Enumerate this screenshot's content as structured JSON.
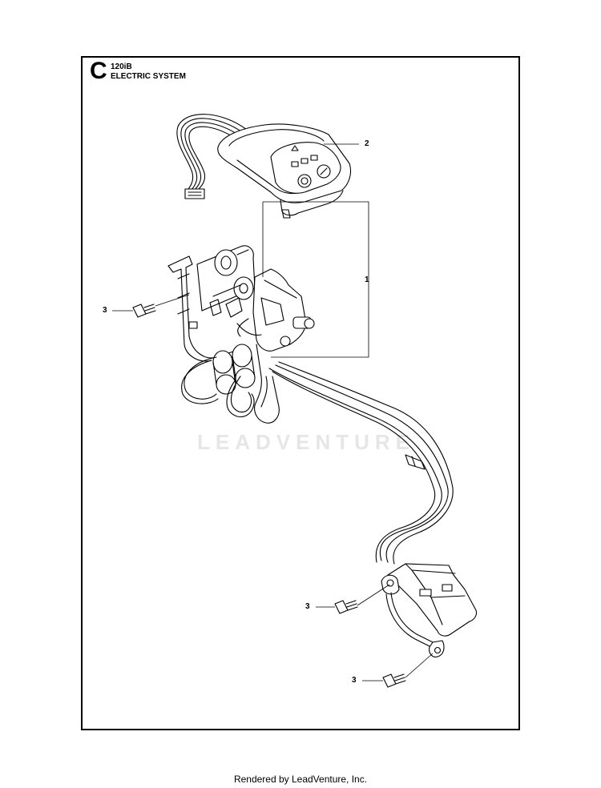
{
  "header": {
    "section_letter": "C",
    "model": "120iB",
    "title": "ELECTRIC SYSTEM"
  },
  "callouts": [
    {
      "id": "callout-2",
      "label": "2"
    },
    {
      "id": "callout-1",
      "label": "1"
    },
    {
      "id": "callout-3a",
      "label": "3"
    },
    {
      "id": "callout-3b",
      "label": "3"
    },
    {
      "id": "callout-3c",
      "label": "3"
    }
  ],
  "watermark": "LEADVENTURE",
  "footer": "Rendered by LeadVenture, Inc."
}
